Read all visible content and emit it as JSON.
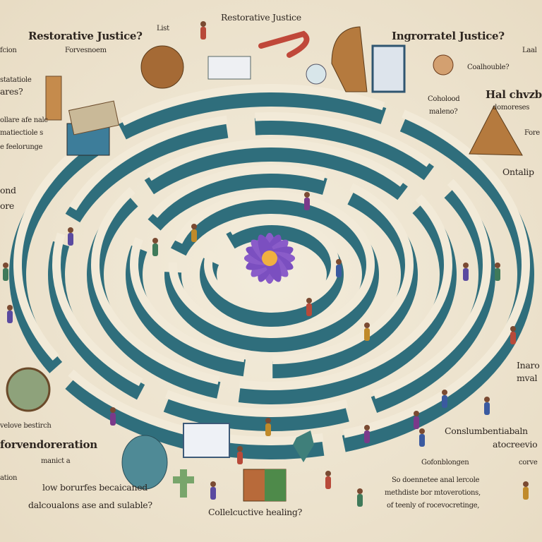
{
  "labels": {
    "restorative_justice_top": "Restorative Justice",
    "restorative_justice_q": "Restorative Justice?",
    "list": "List",
    "forvesnoem": "Forvesnoem",
    "ingrorratel_justice": "Ingrorratel Justice?",
    "fcion": "fcion",
    "laal": "Laal",
    "coalhouble": "Coalhouble?",
    "statatiole": "statatiole",
    "ares": "ares?",
    "hal_chvzbl": "Hal chvzbla",
    "domoreses": "domoreses",
    "coholood": "Coholood",
    "maleno": "maleno?",
    "ollare": "ollare afe nalc",
    "matiectiole": "matiectiole s",
    "feelorunge": "e feelorunge",
    "fore": "Fore",
    "ontalip": "Ontalip",
    "ond": "ond",
    "ore": "ore",
    "inaro": "Inaro",
    "mval": "mval",
    "velove": "velove bestirch",
    "forvendoreration": "forvendoreration",
    "manict": "manict a",
    "ation": "ation",
    "low_borurfes": "low borurfes becaicaned",
    "dalcoualons": "dalcoualons ase and sulable?",
    "collective_healing": "Collelcuctive healing?",
    "conslum": "Conslumbentiabaln",
    "atocreevio": "atocreevio",
    "gofonblongen": "Gofonblongen",
    "corve": "corve",
    "so_doennetee": "So doennetee anal lercole",
    "methdiste": "methdiste bor mtoverotions,",
    "of_teenly": "of teenly of rocevocretinge,"
  },
  "colors": {
    "background": "#efe6d3",
    "wall_teal": "#2f6e7c",
    "wall_top": "#f2ead8",
    "flower": "#8a5cc9",
    "flower_center": "#f0b040",
    "text": "#2e2620"
  }
}
